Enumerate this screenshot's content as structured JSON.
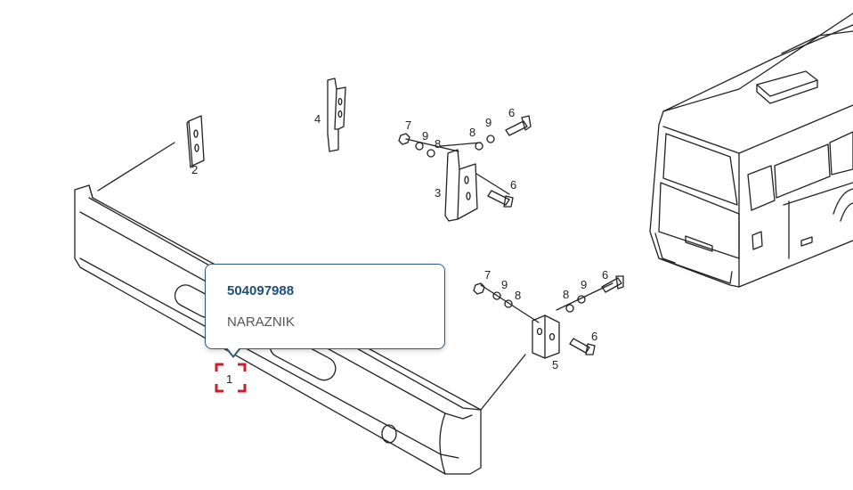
{
  "tooltip": {
    "part_number": "504097988",
    "description": "NARAZNIK"
  },
  "callouts": {
    "c1": "1",
    "c2": "2",
    "c3": "3",
    "c4": "4",
    "c5": "5",
    "c6a": "6",
    "c6b": "6",
    "c6c": "6",
    "c6d": "6",
    "c7a": "7",
    "c7b": "7",
    "c8a": "8",
    "c8b": "8",
    "c8c": "8",
    "c8d": "8",
    "c9a": "9",
    "c9b": "9",
    "c9c": "9",
    "c9d": "9"
  },
  "colors": {
    "selection_marker": "#c8202a",
    "tooltip_border": "#2e5a7c",
    "part_number_text": "#1d4f7a"
  }
}
